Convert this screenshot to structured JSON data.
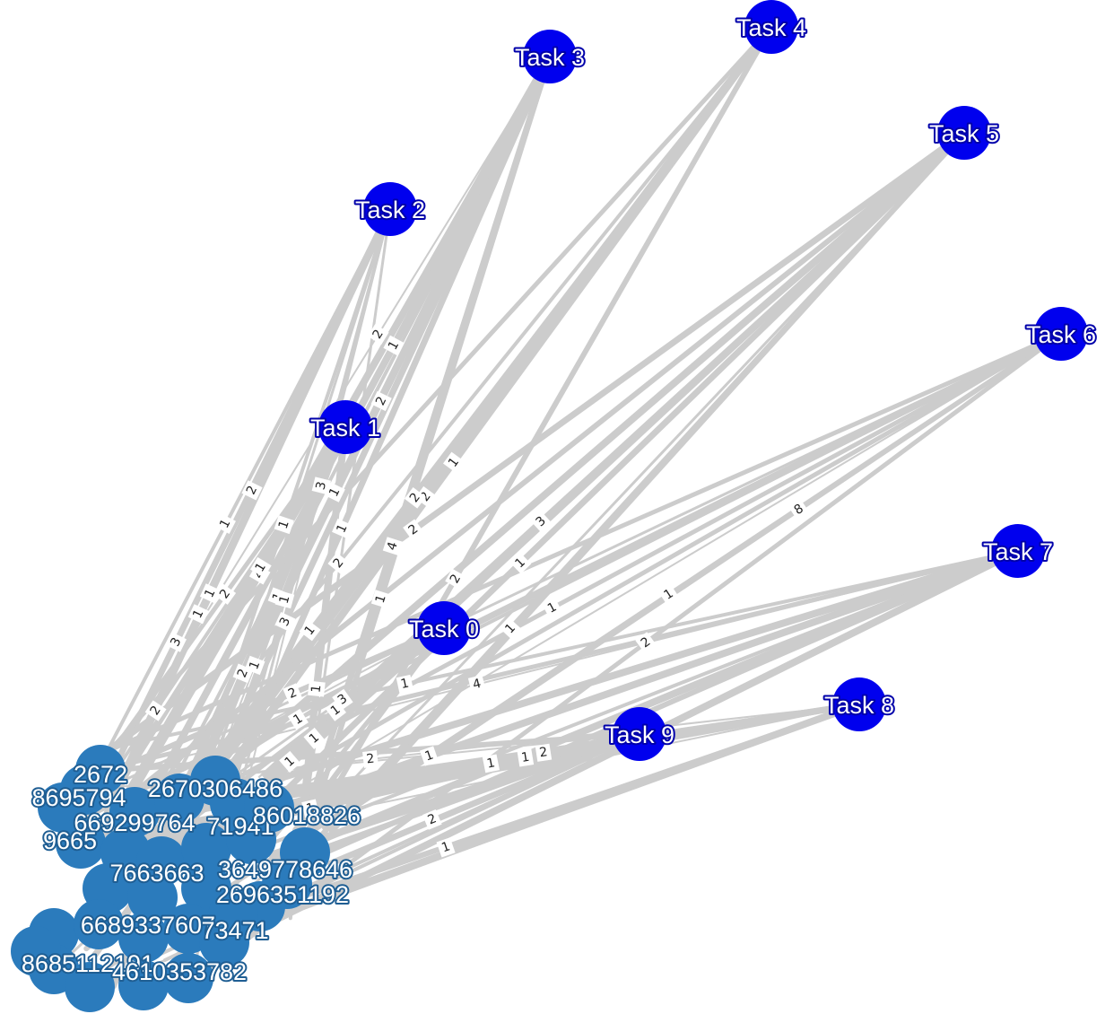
{
  "colors": {
    "task_node": "#0000ee",
    "doc_node": "#2b7bbc",
    "edge": "#cccccc",
    "task_label_outline": "#0000aa",
    "doc_label_outline": "#1f5e93"
  },
  "graph": {
    "task_nodes": [
      {
        "id": "t0",
        "label": "Task 0"
      },
      {
        "id": "t1",
        "label": "Task 1"
      },
      {
        "id": "t2",
        "label": "Task 2"
      },
      {
        "id": "t3",
        "label": "Task 3"
      },
      {
        "id": "t4",
        "label": "Task 4"
      },
      {
        "id": "t5",
        "label": "Task 5"
      },
      {
        "id": "t6",
        "label": "Task 6"
      },
      {
        "id": "t7",
        "label": "Task 7"
      },
      {
        "id": "t8",
        "label": "Task 8"
      },
      {
        "id": "t9",
        "label": "Task 9"
      }
    ],
    "doc_nodes": [
      {
        "id": "d1",
        "label": "2672"
      },
      {
        "id": "d2",
        "label": "8695794"
      },
      {
        "id": "d3",
        "label": "2670306486"
      },
      {
        "id": "d4",
        "label": "669299764"
      },
      {
        "id": "d5",
        "label": "71941"
      },
      {
        "id": "d6",
        "label": "86018826"
      },
      {
        "id": "d7",
        "label": "9665"
      },
      {
        "id": "d8",
        "label": "7663663"
      },
      {
        "id": "d9",
        "label": "3649778646"
      },
      {
        "id": "d10",
        "label": "2696351192"
      },
      {
        "id": "d11",
        "label": "6689337607"
      },
      {
        "id": "d12",
        "label": "73471"
      },
      {
        "id": "d13",
        "label": "8685112191"
      },
      {
        "id": "d14",
        "label": "4610353782"
      }
    ],
    "edge_labels": [
      "1",
      "2",
      "1",
      "3",
      "1",
      "4",
      "2",
      "1",
      "1",
      "3",
      "2",
      "1",
      "2",
      "1",
      "1",
      "4",
      "2",
      "2",
      "1",
      "3",
      "1",
      "2",
      "1",
      "8",
      "1",
      "2",
      "1",
      "1",
      "4",
      "1",
      "2",
      "1",
      "1",
      "2",
      "1",
      "1",
      "1",
      "2",
      "1",
      "3",
      "1",
      "1",
      "2",
      "1",
      "1",
      "2",
      "1",
      "3",
      "1",
      "1",
      "2",
      "1",
      "1",
      "3",
      "2",
      "1",
      "2",
      "1"
    ]
  }
}
